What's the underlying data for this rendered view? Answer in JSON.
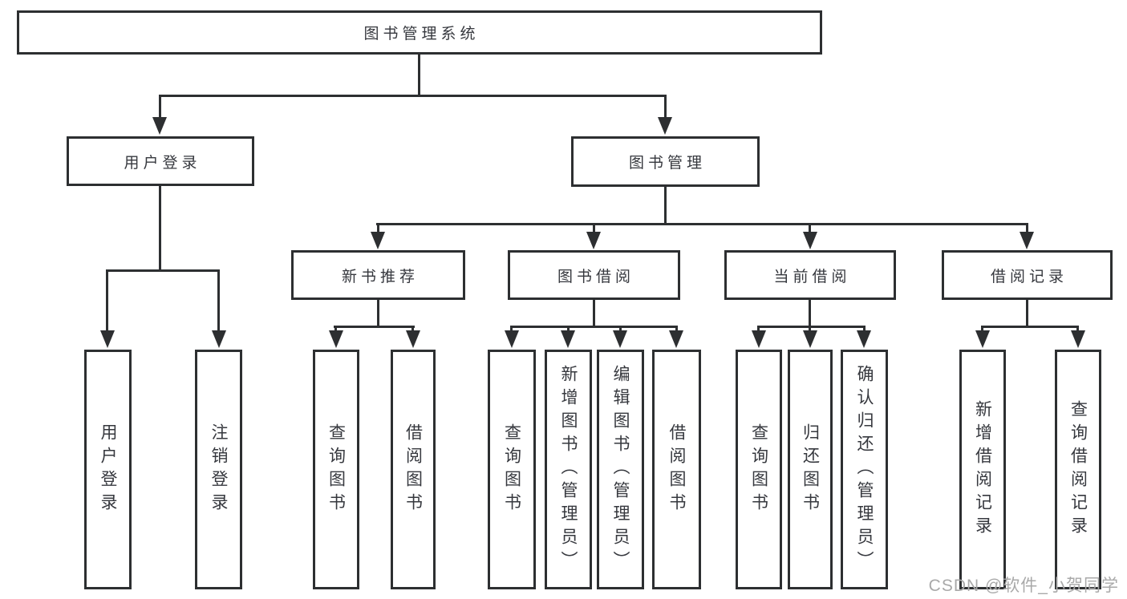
{
  "diagram": {
    "root_label": "图书管理系统",
    "branches": [
      {
        "label": "用户登录",
        "children": [
          {
            "label": "用户登录"
          },
          {
            "label": "注销登录"
          }
        ]
      },
      {
        "label": "图书管理",
        "children": [
          {
            "label": "新书推荐",
            "children": [
              {
                "label": "查询图书"
              },
              {
                "label": "借阅图书"
              }
            ]
          },
          {
            "label": "图书借阅",
            "children": [
              {
                "label": "查询图书"
              },
              {
                "label": "新增图书（管理员）"
              },
              {
                "label": "编辑图书（管理员）"
              },
              {
                "label": "借阅图书"
              }
            ]
          },
          {
            "label": "当前借阅",
            "children": [
              {
                "label": "查询图书"
              },
              {
                "label": "归还图书"
              },
              {
                "label": "确认归还（管理员）"
              }
            ]
          },
          {
            "label": "借阅记录",
            "children": [
              {
                "label": "新增借阅记录"
              },
              {
                "label": "查询借阅记录"
              }
            ]
          }
        ]
      }
    ]
  },
  "watermark": {
    "text": "CSDN @软件_小贺同学"
  },
  "colors": {
    "line": "#2d2f31",
    "text": "#36383e",
    "box_background": "#ffffff",
    "page_background": "#ffffff",
    "watermark": "#a9a9a9"
  }
}
